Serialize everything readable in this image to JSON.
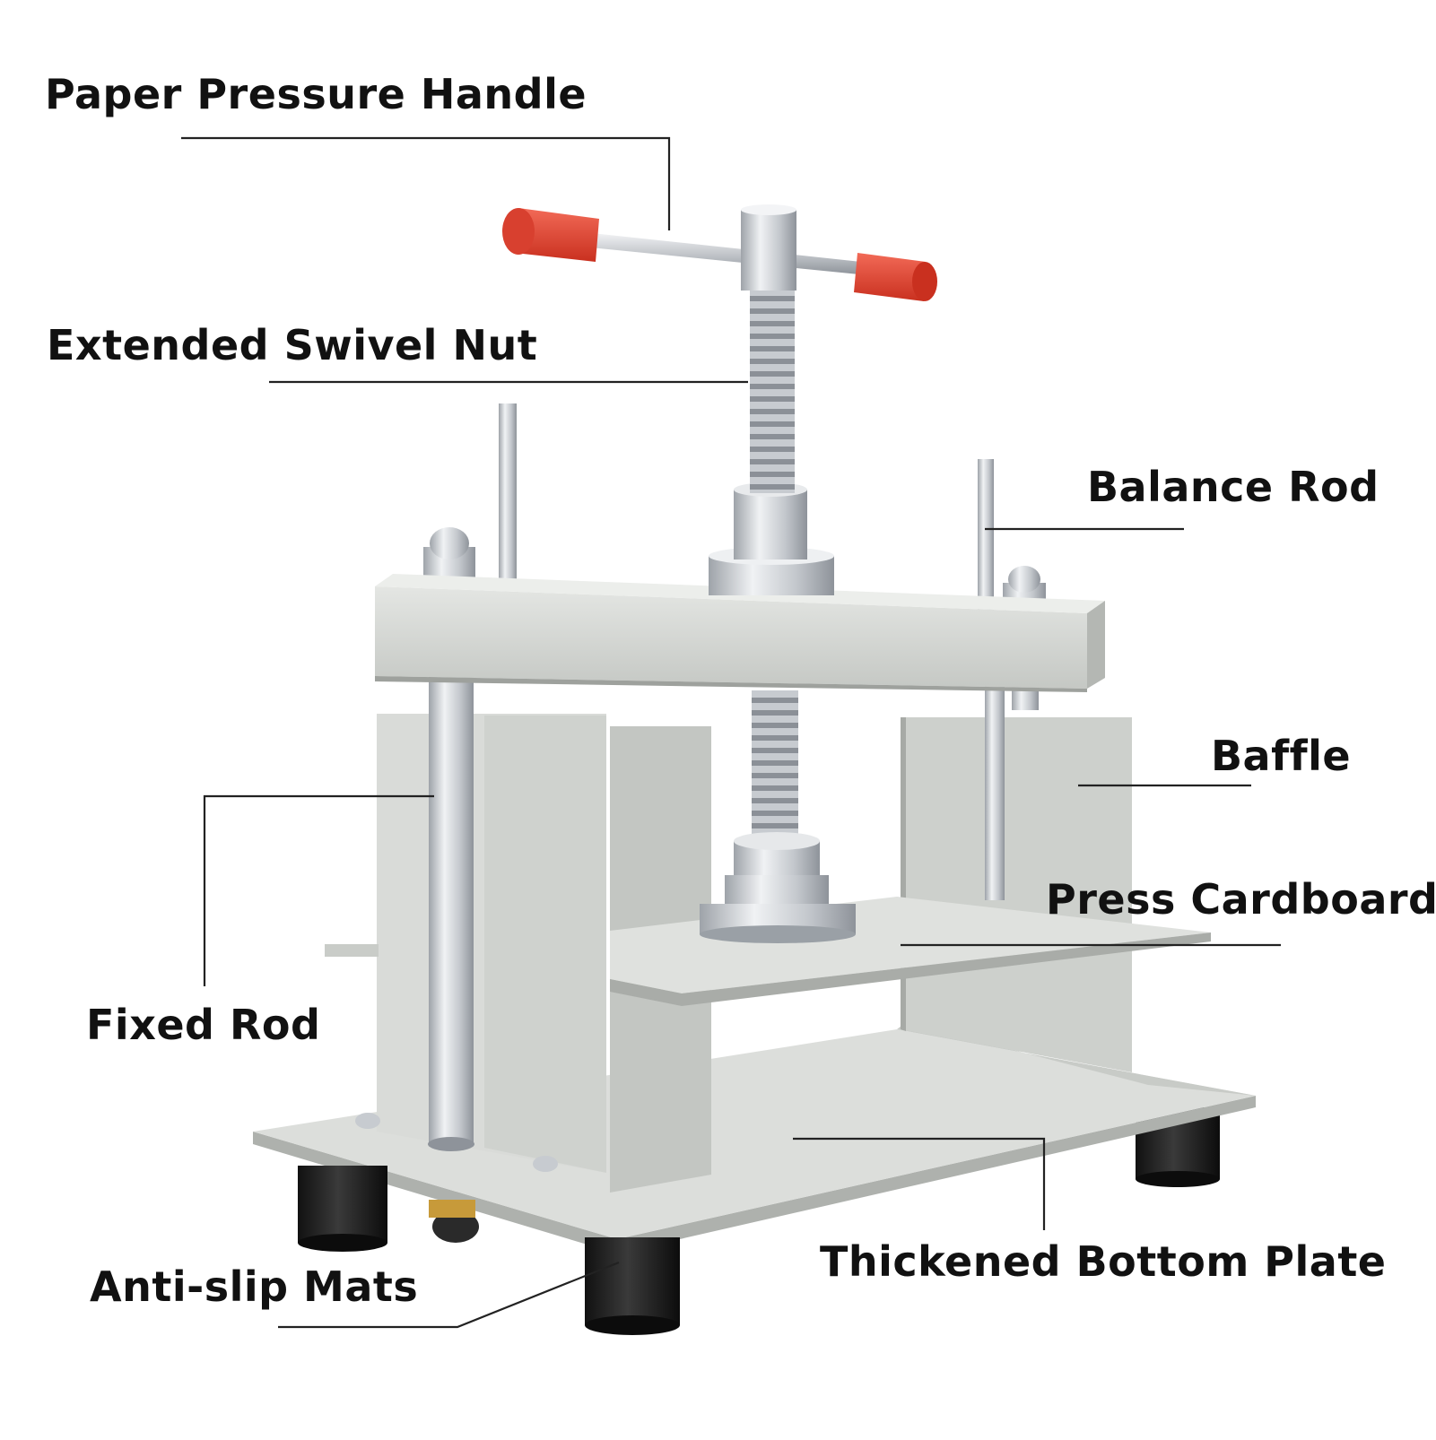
{
  "labels": {
    "paper_pressure_handle": "Paper Pressure Handle",
    "extended_swivel_nut": "Extended Swivel Nut",
    "balance_rod": "Balance Rod",
    "baffle": "Baffle",
    "press_cardboard": "Press Cardboard",
    "fixed_rod": "Fixed Rod",
    "anti_slip_mats": "Anti-slip Mats",
    "thickened_bottom_plate": "Thickened Bottom Plate"
  },
  "colors": {
    "frame": "#d7d9d6",
    "frame_shade": "#b9bcb8",
    "steel": "#c9ccd0",
    "handle_grip": "#e2483a",
    "foot": "#1c1c1c",
    "text": "#111111",
    "leader_line": "#222222"
  }
}
